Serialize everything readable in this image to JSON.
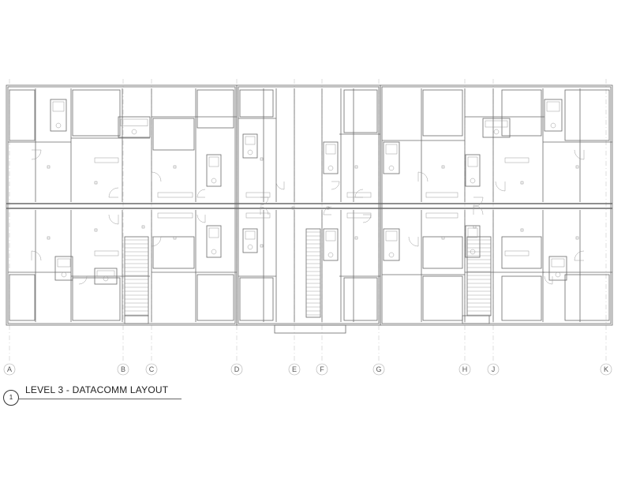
{
  "view": {
    "number": "1",
    "title": "LEVEL 3  - DATACOMM LAYOUT"
  },
  "grid_lines": [
    "A",
    "B",
    "C",
    "D",
    "E",
    "F",
    "G",
    "H",
    "J",
    "K"
  ],
  "colors": {
    "wall": "#6a6a6a",
    "fixture": "#9a9a9a",
    "grid": "#bdbdbd",
    "stair": "#8a8a8a",
    "label": "#555555"
  }
}
